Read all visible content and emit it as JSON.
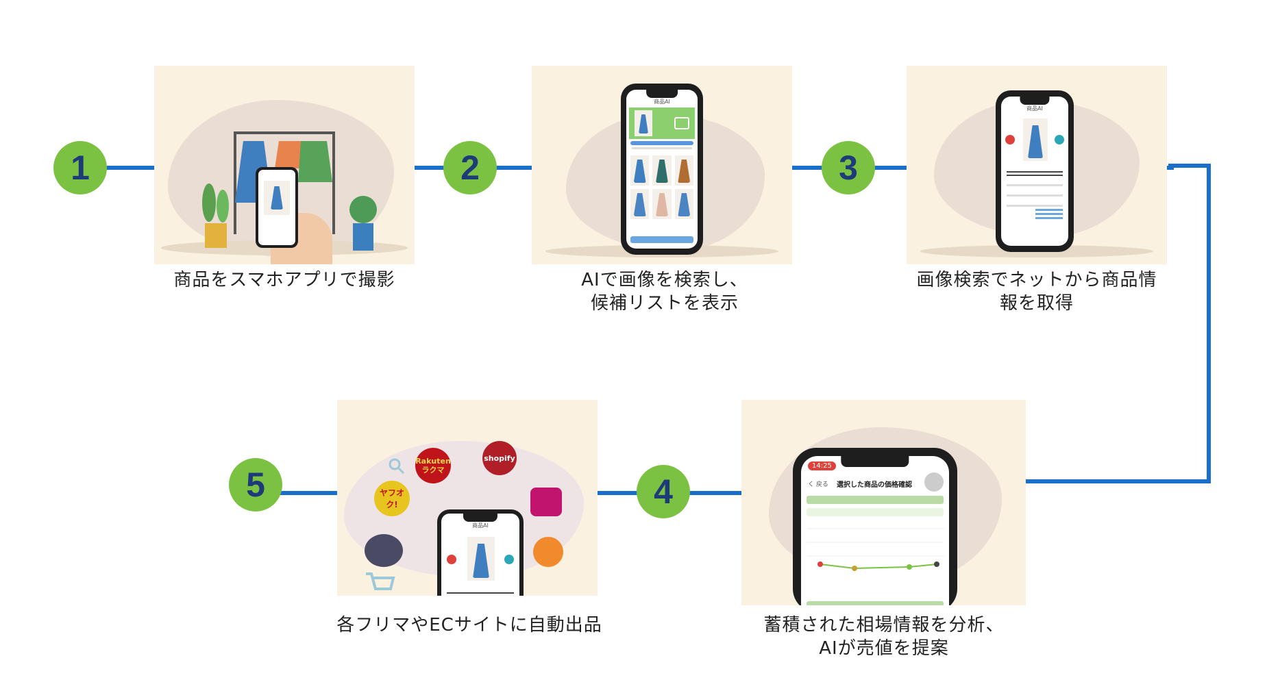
{
  "steps": [
    {
      "number": "1",
      "caption": "商品をスマホアプリで撮影"
    },
    {
      "number": "2",
      "caption": "AIで画像を検索し、\n候補リストを表示"
    },
    {
      "number": "3",
      "caption": "画像検索でネットから商品情\n報を取得"
    },
    {
      "number": "4",
      "caption": "蓄積された相場情報を分析、\nAIが売値を提案"
    },
    {
      "number": "5",
      "caption": "各フリマやECサイトに自動出品"
    }
  ],
  "services": {
    "rakuten": "Rakuten\nラクマ",
    "shopify": "shopify",
    "yahuoku": "ヤフオク!"
  },
  "phone4": {
    "time": "14:25",
    "back": "く 戻る",
    "title": "選択した商品の価格確認"
  },
  "colors": {
    "accent_green": "#7cc242",
    "number_navy": "#1d3b78",
    "connector_blue": "#1a6fcb",
    "panel_bg": "#fbf1e1"
  },
  "icons": [
    "hanger-rack-icon",
    "smartphone-icon",
    "plant-icon",
    "close-icon",
    "camera-icon",
    "shopping-cart-icon",
    "credit-card-icon",
    "gift-icon",
    "search-icon"
  ]
}
